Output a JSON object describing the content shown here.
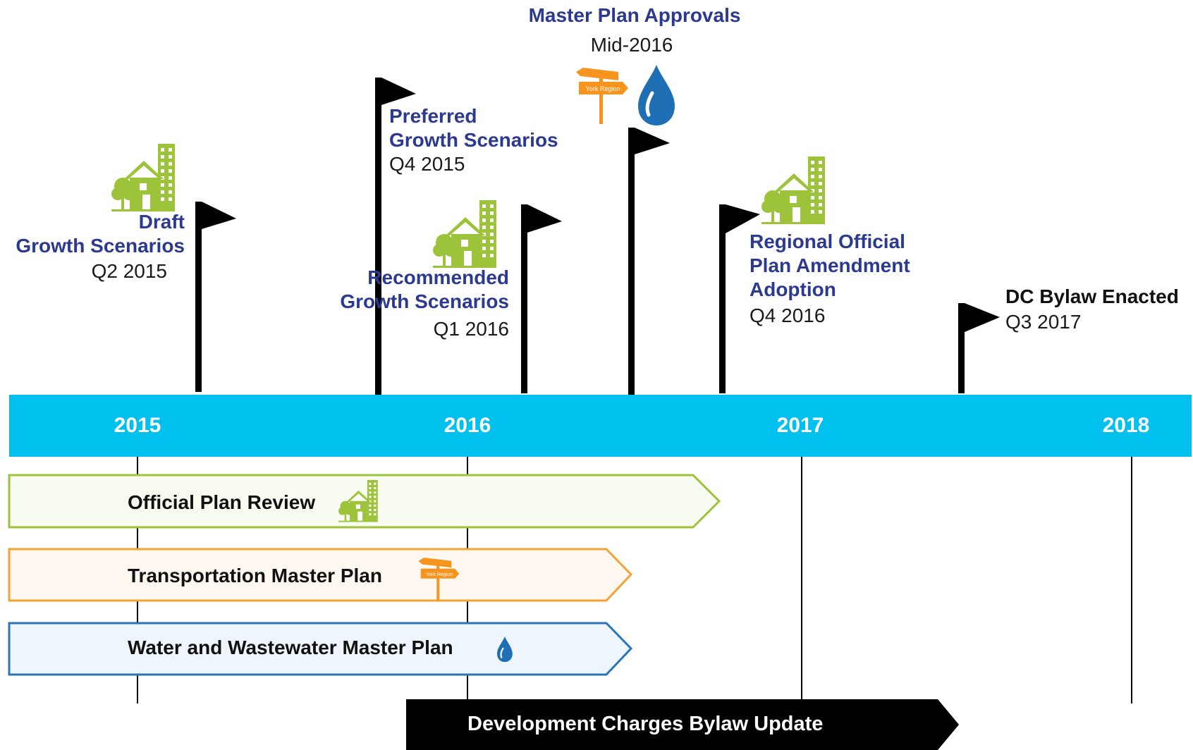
{
  "colors": {
    "timeline_band": "#00c0ee",
    "title_blue": "#2b3990",
    "flag": "#000000",
    "green_icon": "#9cc33a",
    "orange_icon": "#f7941d",
    "water_blue": "#1f6fb5",
    "opr_border": "#9cc33a",
    "opr_fill": "#f8fbf0",
    "tmp_border": "#f4a235",
    "tmp_fill": "#fff8f0",
    "wwmp_border": "#2a74b8",
    "wwmp_fill": "#eef5fc",
    "dc_fill": "#000000"
  },
  "timeline": {
    "years": [
      "2015",
      "2016",
      "2017",
      "2018"
    ]
  },
  "milestones": {
    "draft": {
      "title_line1": "Draft",
      "title_line2": "Growth Scenarios",
      "date": "Q2 2015",
      "icon": "growth-icon"
    },
    "preferred": {
      "title_line1": "Preferred",
      "title_line2": "Growth Scenarios",
      "date": "Q4 2015"
    },
    "recommended": {
      "title_line1": "Recommended",
      "title_line2": "Growth Scenarios",
      "date": "Q1 2016",
      "icon": "growth-icon"
    },
    "master_plan": {
      "title": "Master Plan Approvals",
      "date": "Mid-2016",
      "icons": [
        "signpost-icon",
        "water-drop-icon"
      ]
    },
    "rop": {
      "title_line1": "Regional Official",
      "title_line2": "Plan Amendment",
      "title_line3": "Adoption",
      "date": "Q4 2016",
      "icon": "growth-icon"
    },
    "dc_bylaw": {
      "title": "DC Bylaw Enacted",
      "date": "Q3 2017"
    }
  },
  "sign_text": "York Region",
  "bars": {
    "opr": {
      "label": "Official Plan Review",
      "icon": "growth-icon"
    },
    "tmp": {
      "label": "Transportation Master Plan",
      "icon": "signpost-icon"
    },
    "wwmp": {
      "label": "Water and Wastewater Master Plan",
      "icon": "water-drop-icon"
    },
    "dc": {
      "label": "Development Charges Bylaw Update"
    }
  }
}
